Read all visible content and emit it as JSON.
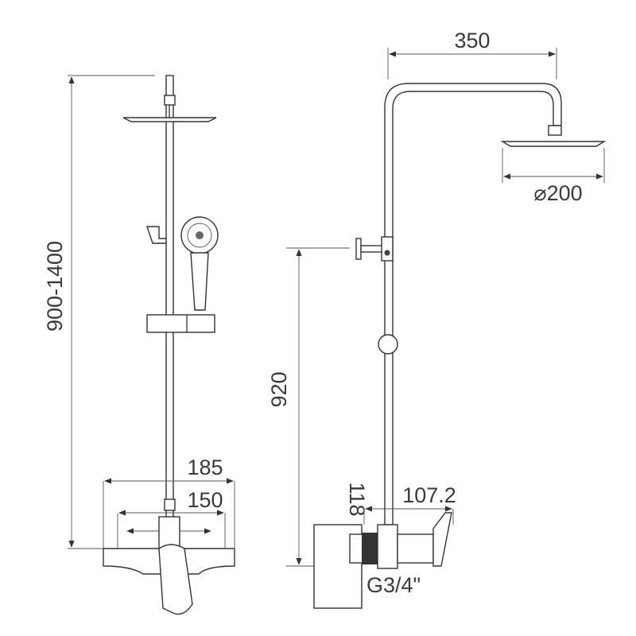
{
  "title": "Shower system dimension drawing",
  "dimensions": {
    "height_range": "900-1400",
    "arm_length": "350",
    "head_diameter": "⌀200",
    "diverter_height": "920",
    "valve_width_outer": "185",
    "valve_width_inner": "150",
    "valve_depth": "118",
    "valve_projection": "107.2",
    "thread": "G3/4\""
  },
  "colors": {
    "line": "#333333",
    "background": "#ffffff"
  }
}
